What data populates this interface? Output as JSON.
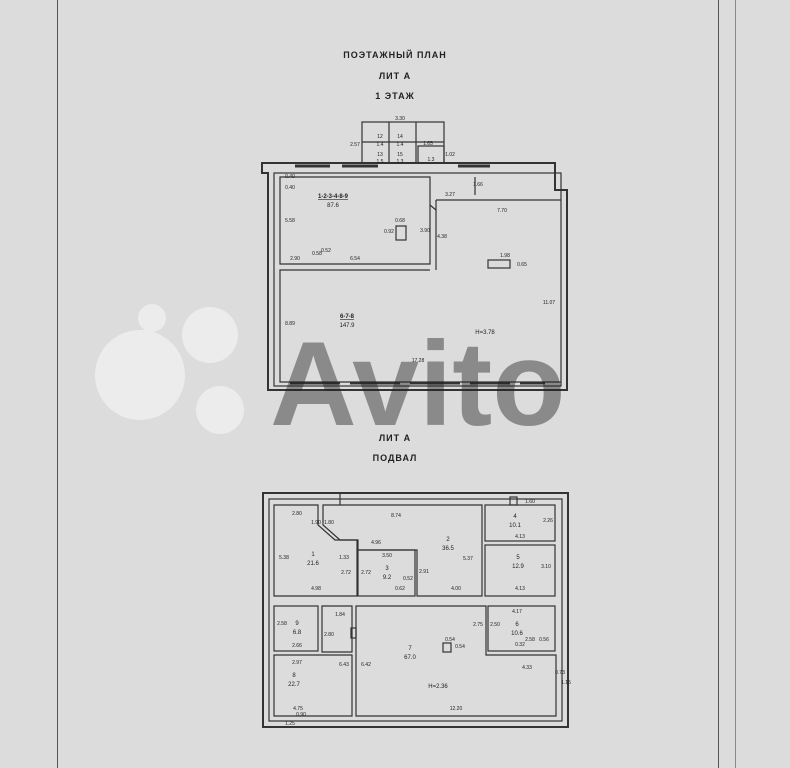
{
  "titles": {
    "plan": "ПОЭТАЖНЫЙ ПЛАН",
    "lit_top": "ЛИТ А",
    "floor1": "1 ЭТАЖ",
    "lit_bottom": "ЛИТ А",
    "basement": "ПОДВАЛ"
  },
  "watermark": {
    "text": "Avito"
  },
  "floor1": {
    "rooms": [
      {
        "id": "1-2-3-4-8-9",
        "area": "87.6"
      },
      {
        "id": "6-7-8",
        "area": "147.9",
        "height": "Н=3.78"
      },
      {
        "id": "12",
        "area": "1.4"
      },
      {
        "id": "14",
        "area": "1.4"
      },
      {
        "id": "13",
        "area": "1.5"
      },
      {
        "id": "15",
        "area": "1.3"
      },
      {
        "id": "",
        "area": "1.3"
      }
    ],
    "dims": [
      "3.30",
      "2.57",
      "1.65",
      "1.02",
      "0.40",
      "0.40",
      "5.58",
      "3.27",
      "1.66",
      "7.70",
      "0.68",
      "0.92",
      "3.90",
      "4.38",
      "2.90",
      "0.58",
      "0.52",
      "6.54",
      "1.98",
      "0.65",
      "8.89",
      "11.07",
      "17.28"
    ]
  },
  "basement": {
    "rooms": [
      {
        "id": "1",
        "area": "21.6"
      },
      {
        "id": "2",
        "area": "36.5"
      },
      {
        "id": "3",
        "area": "9.2"
      },
      {
        "id": "4",
        "area": "10.1"
      },
      {
        "id": "5",
        "area": "12.9"
      },
      {
        "id": "6",
        "area": "10.6"
      },
      {
        "id": "7",
        "area": "67.0",
        "height": "Н=2.36"
      },
      {
        "id": "8",
        "area": "22.7"
      },
      {
        "id": "9",
        "area": "6.8"
      }
    ],
    "dims": [
      "2.80",
      "1.90",
      "1.60",
      "8.74",
      "1.80",
      "2.26",
      "4.13",
      "4.96",
      "5.37",
      "5.38",
      "1.33",
      "3.50",
      "2.72",
      "2.72",
      "2.91",
      "0.52",
      "0.62",
      "4.98",
      "4.00",
      "3.10",
      "4.13",
      "1.84",
      "4.17",
      "2.50",
      "2.75",
      "2.58",
      "0.54",
      "2.58",
      "0.56",
      "0.54",
      "0.32",
      "2.66",
      "2.80",
      "2.97",
      "6.43",
      "6.42",
      "4.33",
      "0.73",
      "1.15",
      "4.75",
      "12.20",
      "1.25",
      "0.90"
    ]
  }
}
